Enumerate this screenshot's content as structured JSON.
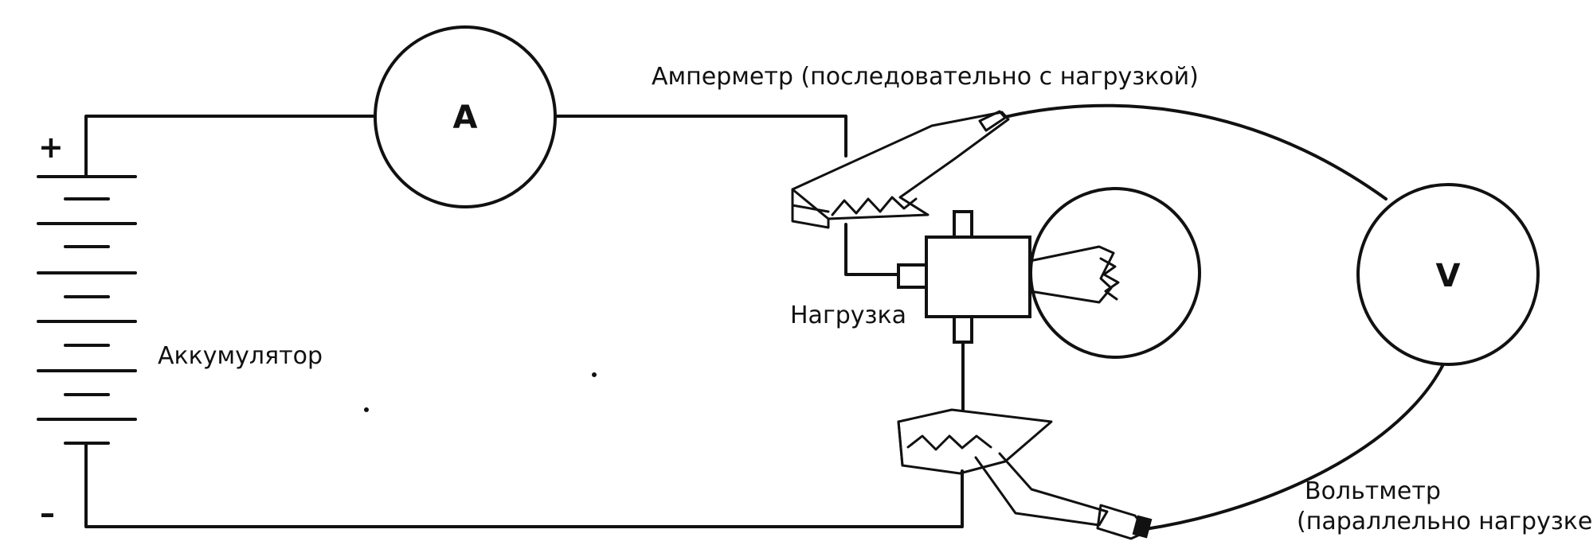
{
  "labels": {
    "ammeter": "Амперметр (последовательно с нагрузкой)",
    "battery": "Аккумулятор",
    "load": "Нагрузка",
    "voltmeter_line1": "Вольтметр",
    "voltmeter_line2": "(параллельно нагрузке)"
  },
  "meters": {
    "ammeter_symbol": "A",
    "voltmeter_symbol": "V"
  },
  "battery_terminals": {
    "positive": "+",
    "negative": "–"
  }
}
